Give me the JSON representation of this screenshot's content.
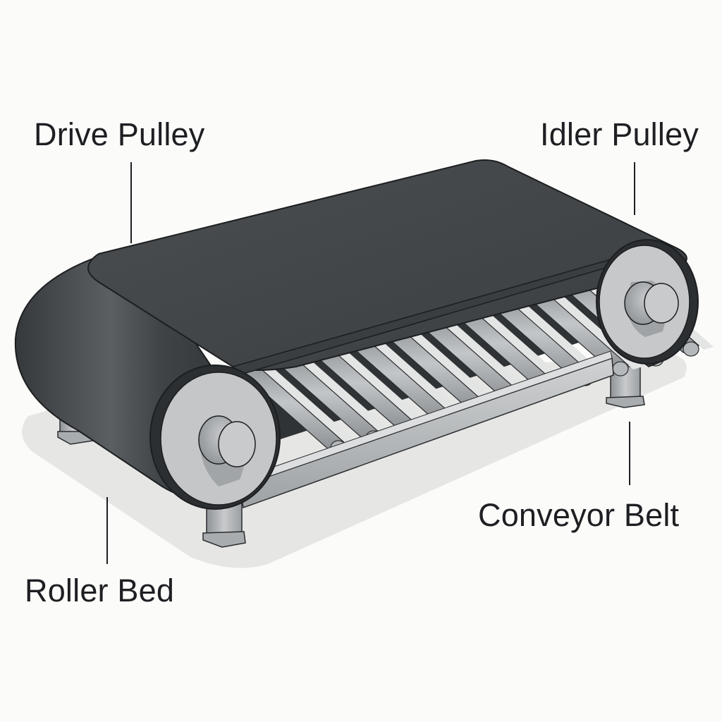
{
  "diagram": {
    "title": "Belt conveyor components",
    "labels": {
      "drive_pulley": "Drive Pulley",
      "idler_pulley": "Idler Pulley",
      "conveyor_belt": "Conveyor Belt",
      "roller_bed": "Roller Bed"
    },
    "components": [
      {
        "id": "drive-pulley",
        "label": "Drive Pulley",
        "position": "front-left end"
      },
      {
        "id": "idler-pulley",
        "label": "Idler Pulley",
        "position": "back-right end"
      },
      {
        "id": "conveyor-belt",
        "label": "Conveyor Belt",
        "position": "wraps over pulleys"
      },
      {
        "id": "roller-bed",
        "label": "Roller Bed",
        "position": "under belt, on frame"
      }
    ],
    "roller_count": 11,
    "colors": {
      "background": "#fbfbf9",
      "belt": "#3f4346",
      "belt_highlight": "#5a5e61",
      "pulley_face": "#c4c6c7",
      "roller": "#a9adb0",
      "frame": "#b9bcbe",
      "shadow": "#e4e4e2",
      "label_text": "#1d1f22",
      "leader_line": "#1d1f22"
    }
  }
}
